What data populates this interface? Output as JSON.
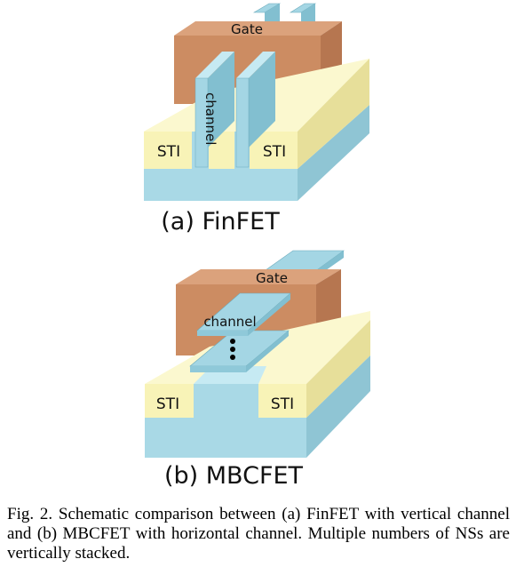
{
  "finfet": {
    "gate_label": "Gate",
    "channel_label": "channel",
    "sti_left": "STI",
    "sti_right": "STI",
    "title": "(a) FinFET"
  },
  "mbcfet": {
    "gate_label": "Gate",
    "channel_label": "channel",
    "sti_left": "STI",
    "sti_right": "STI",
    "title": "(b) MBCFET"
  },
  "caption": "Fig. 2. Schematic comparison between (a) FinFET with vertical channel and (b) MBCFET with horizontal channel. Multiple numbers of NSs are vertically stacked.",
  "colors": {
    "substrate_front": "#a9d9e6",
    "substrate_top": "#c7ebf2",
    "substrate_side": "#8fc5d4",
    "sti_front": "#f8f3b7",
    "sti_top": "#fbf8cf",
    "sti_side": "#e7df9a",
    "gate_front": "#cc8c62",
    "gate_top": "#dba27c",
    "gate_side": "#b67650",
    "channel_front": "#a4d6e4",
    "channel_top": "#c6eaf3",
    "channel_side": "#82bfd0"
  }
}
